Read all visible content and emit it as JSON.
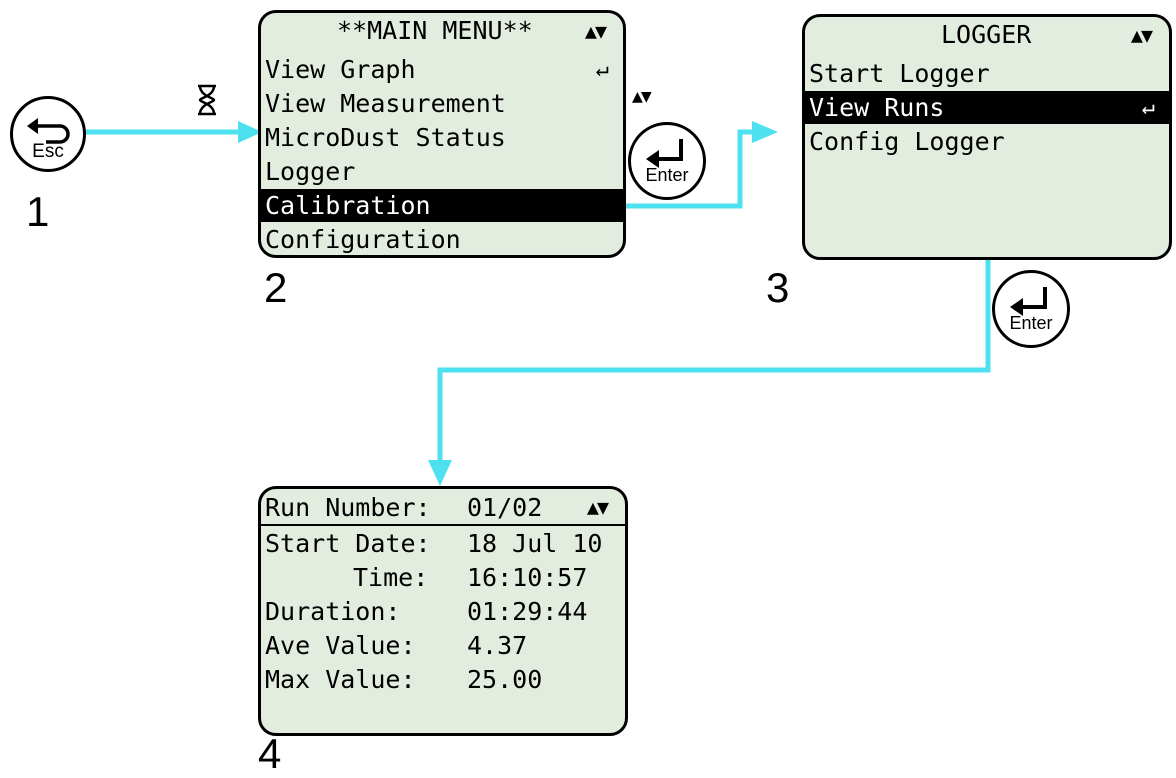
{
  "steps": [
    "1",
    "2",
    "3",
    "4"
  ],
  "esc_button": {
    "label": "Esc",
    "icon": "back-arrow-icon"
  },
  "enter_button": {
    "label": "Enter",
    "icon": "enter-arrow-icon"
  },
  "main_menu": {
    "title": "**MAIN MENU**",
    "items": [
      {
        "label": "View Graph"
      },
      {
        "label": "View Measurement"
      },
      {
        "label": "MicroDust Status"
      },
      {
        "label": "Logger"
      },
      {
        "label": "Calibration",
        "selected": true
      },
      {
        "label": "Configuration"
      }
    ]
  },
  "logger_menu": {
    "title": "LOGGER",
    "items": [
      {
        "label": "Start Logger"
      },
      {
        "label": "View Runs",
        "selected": true
      },
      {
        "label": "Config Logger"
      }
    ]
  },
  "run_screen": {
    "header_label": "Run Number:",
    "header_value": "01/02",
    "rows": [
      {
        "label": "Start Date:",
        "value": "18 Jul 10"
      },
      {
        "label": "Time:",
        "value": "16:10:57"
      },
      {
        "label": "Duration:",
        "value": "01:29:44"
      },
      {
        "label": "Ave Value:",
        "value": "4.37"
      },
      {
        "label": "Max Value:",
        "value": "25.00"
      }
    ]
  },
  "colors": {
    "connector": "#4de1ef",
    "screen_bg": "#e2ede0"
  },
  "glyphs": {
    "updown": "▲▼",
    "enter_mark": "↵"
  }
}
